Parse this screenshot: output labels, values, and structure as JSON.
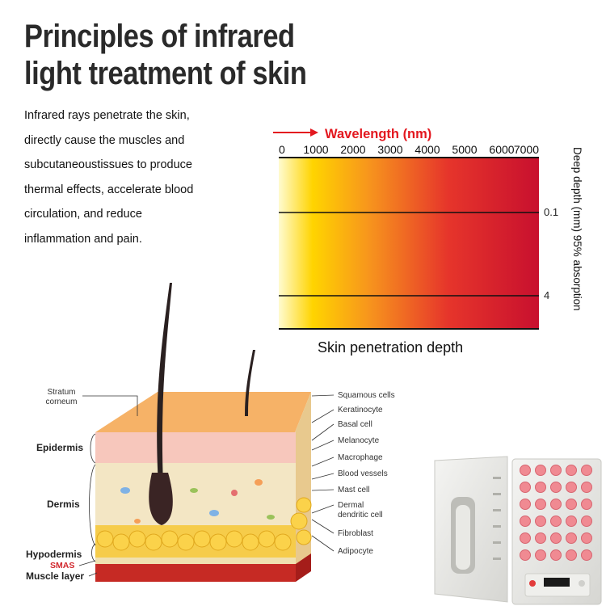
{
  "title_lines": [
    "Principles of infrared",
    "light treatment of skin"
  ],
  "intro_lines": [
    "Infrared rays penetrate the skin,",
    "directly cause the muscles and",
    "subcutaneoustissues to produce",
    "thermal effects, accelerate blood",
    "circulation, and reduce",
    "inflammation and pain."
  ],
  "chart_data": {
    "type": "heatmap",
    "title": "Wavelength (nm)",
    "xlabel": "Skin penetration depth",
    "ylabel": "Deep depth (mm) 95% absorption",
    "x_ticks": [
      "0",
      "1000",
      "2000",
      "3000",
      "4000",
      "5000",
      "6000",
      "7000"
    ],
    "xlim": [
      0,
      7000
    ],
    "depth_markers": [
      "0.1",
      "4"
    ],
    "gradient_colors": [
      "#fffbd0",
      "#ffd400",
      "#f7941d",
      "#e6352b",
      "#c8102e"
    ],
    "arrow_color": "#e3181f"
  },
  "skin_diagram": {
    "left_labels": [
      "Stratum\ncorneum",
      "Epidermis",
      "Dermis",
      "Hypodermis",
      "SMAS",
      "Muscle layer"
    ],
    "right_labels": [
      "Squamous cells",
      "Keratinocyte",
      "Basal cell",
      "Melanocyte",
      "Macrophage",
      "Blood vessels",
      "Mast cell",
      "Dermal\ndendritic cell",
      "Fibroblast",
      "Adipocyte"
    ]
  }
}
